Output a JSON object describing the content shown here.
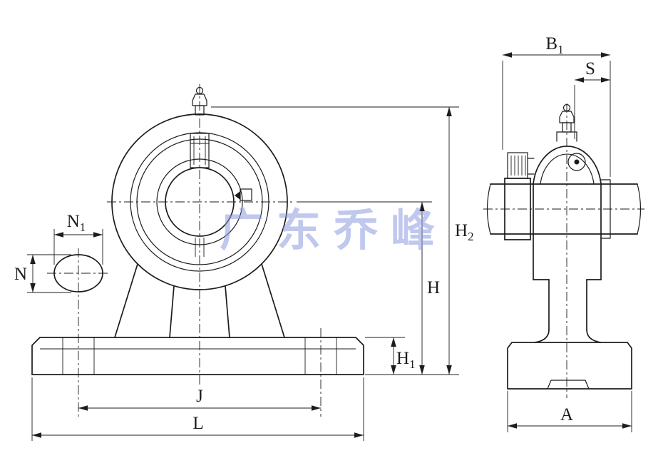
{
  "watermark": {
    "text": "广东乔峰"
  },
  "dimensions": {
    "n1": {
      "base": "N",
      "sub": "1"
    },
    "n": {
      "base": "N",
      "sub": ""
    },
    "h2": {
      "base": "H",
      "sub": "2"
    },
    "h": {
      "base": "H",
      "sub": ""
    },
    "h1": {
      "base": "H",
      "sub": "1"
    },
    "j": {
      "base": "J",
      "sub": ""
    },
    "l": {
      "base": "L",
      "sub": ""
    },
    "b1": {
      "base": "B",
      "sub": "1"
    },
    "s": {
      "base": "S",
      "sub": ""
    },
    "a": {
      "base": "A",
      "sub": ""
    }
  },
  "colors": {
    "line": "#1c1c1c",
    "watermark": "#8d9ce0",
    "background": "#ffffff"
  }
}
